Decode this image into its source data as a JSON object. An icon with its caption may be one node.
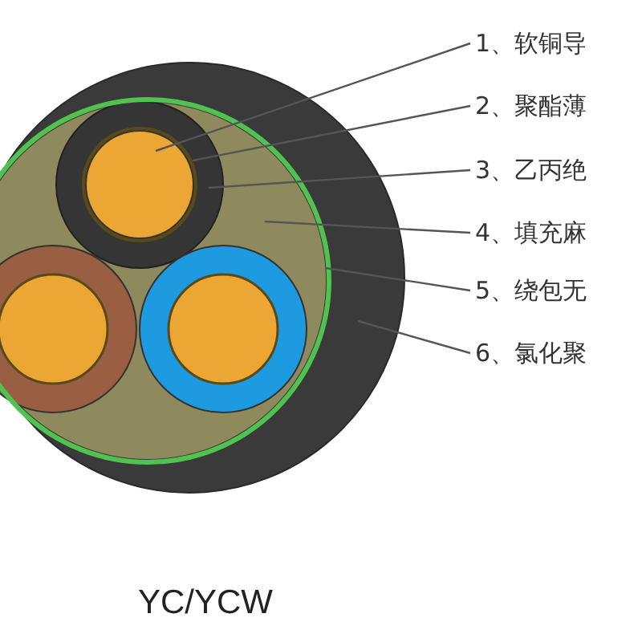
{
  "diagram": {
    "nodes": [
      {
        "text": [
          "1、软铜导"
        ]
      },
      {
        "text": [
          "2、聚酯薄"
        ]
      },
      {
        "text": [
          "3、乙丙绝"
        ]
      },
      {
        "text": [
          "4、填充麻"
        ]
      },
      {
        "text": [
          "5、绕包无"
        ]
      },
      {
        "text": [
          "6、氯化聚"
        ]
      },
      {
        "text": [],
        "shape": "circle",
        "in": 8
      },
      {
        "text": [],
        "shape": "circle",
        "in": 8
      },
      {
        "text": [],
        "shape": "circle",
        "in": 9
      },
      {
        "text": [],
        "shape": "circle",
        "in": 11
      },
      {
        "text": [],
        "shape": "circle",
        "in": 11
      },
      {
        "text": [],
        "shape": "circle"
      }
    ],
    "edges": [
      {
        "from": 0,
        "to": 6,
        "arrow": "none"
      },
      {
        "from": 1,
        "to": 7,
        "arrow": "none"
      },
      {
        "from": 2,
        "to": 8,
        "arrow": "none"
      },
      {
        "from": 3,
        "to": 9,
        "arrow": "none"
      },
      {
        "from": 4,
        "to": 10,
        "arrow": "none"
      },
      {
        "from": 5,
        "to": 11,
        "arrow": "none"
      }
    ],
    "labels": [
      "YC/YCW"
    ]
  }
}
